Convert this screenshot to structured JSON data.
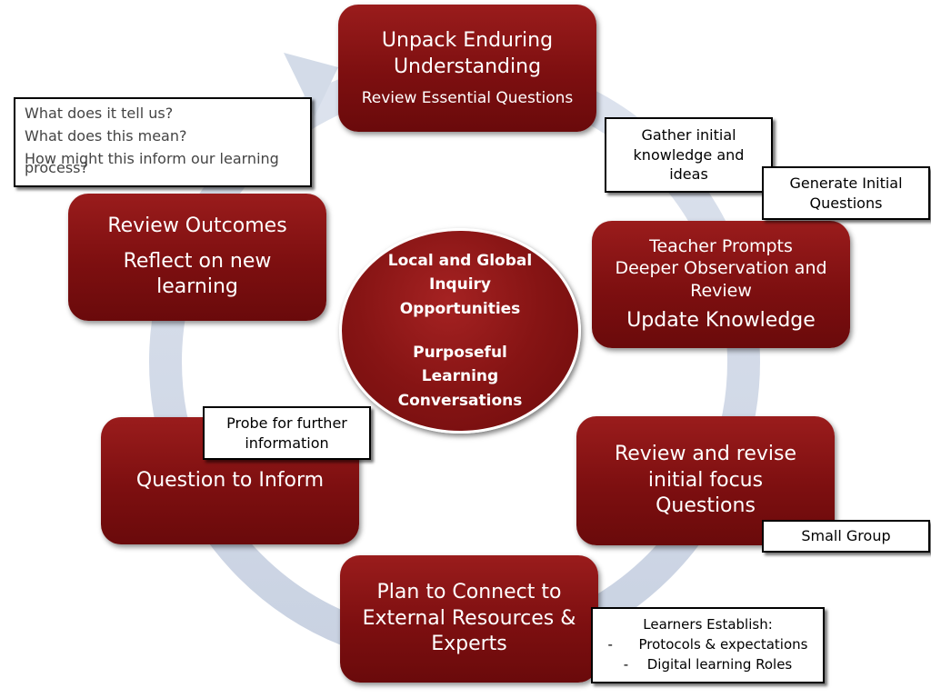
{
  "colors": {
    "node": "#7d0f10",
    "ring": "#d3dbe8",
    "callout_border": "#000000"
  },
  "center": {
    "line1": "Local and Global",
    "line2": "Inquiry",
    "line3": "Opportunities",
    "line4": "Purposeful",
    "line5": "Learning",
    "line6": "Conversations"
  },
  "nodes": {
    "unpack": {
      "line1": "Unpack Enduring",
      "line2": "Understanding",
      "line3": "Review Essential Questions"
    },
    "teacher": {
      "line1": "Teacher Prompts",
      "line2": "Deeper Observation and",
      "line3": "Review",
      "line4": "Update Knowledge"
    },
    "revise": {
      "line1": "Review and revise",
      "line2": "initial focus",
      "line3": "Questions"
    },
    "plan": {
      "line1": "Plan to Connect to",
      "line2": "External Resources &",
      "line3": "Experts"
    },
    "question": {
      "line1": "Question to Inform"
    },
    "outcomes": {
      "line1": "Review Outcomes",
      "line2": "Reflect on new",
      "line3": "learning"
    }
  },
  "callouts": {
    "what": {
      "line1": "What does it tell us?",
      "line2": "What  does this mean?",
      "line3": "How might this inform our learning",
      "line4": "process?"
    },
    "gather": {
      "line1": "Gather initial",
      "line2": "knowledge and",
      "line3": "ideas"
    },
    "generate": {
      "line1": "Generate Initial",
      "line2": "Questions"
    },
    "small_group": {
      "line1": "Small Group"
    },
    "learners": {
      "title": "Learners Establish:",
      "item1": "Protocols & expectations",
      "item2": "Digital learning Roles",
      "bullet": "-"
    },
    "probe": {
      "line1": "Probe for further",
      "line2": "information"
    }
  }
}
